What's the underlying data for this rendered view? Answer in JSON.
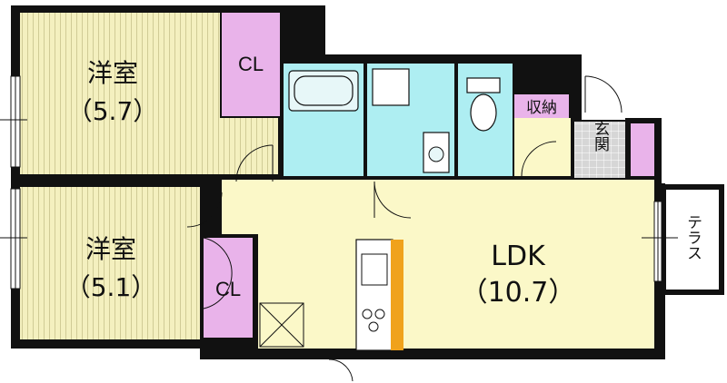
{
  "colors": {
    "wall": "#111111",
    "bedroom_floor": "#f4f0bf",
    "ldk_floor": "#fbf8c8",
    "closet": "#e9b3ea",
    "wet_area": "#aeeef2",
    "storage": "#fbf8c8",
    "genkan": "#d6d6d6",
    "counter_accent": "#f0a21c",
    "terrace": "#ffffff"
  },
  "rooms": {
    "bedroom_top": {
      "name": "洋室",
      "size": "（5.7）"
    },
    "bedroom_bottom": {
      "name": "洋室",
      "size": "（5.1）"
    },
    "ldk": {
      "name": "LDK",
      "size": "（10.7）"
    },
    "closet_top": {
      "label": "CL"
    },
    "closet_bottom": {
      "label": "CL"
    },
    "storage": {
      "label": "収納"
    },
    "genkan": {
      "label": "玄関"
    },
    "terrace": {
      "label": "テラス"
    }
  }
}
